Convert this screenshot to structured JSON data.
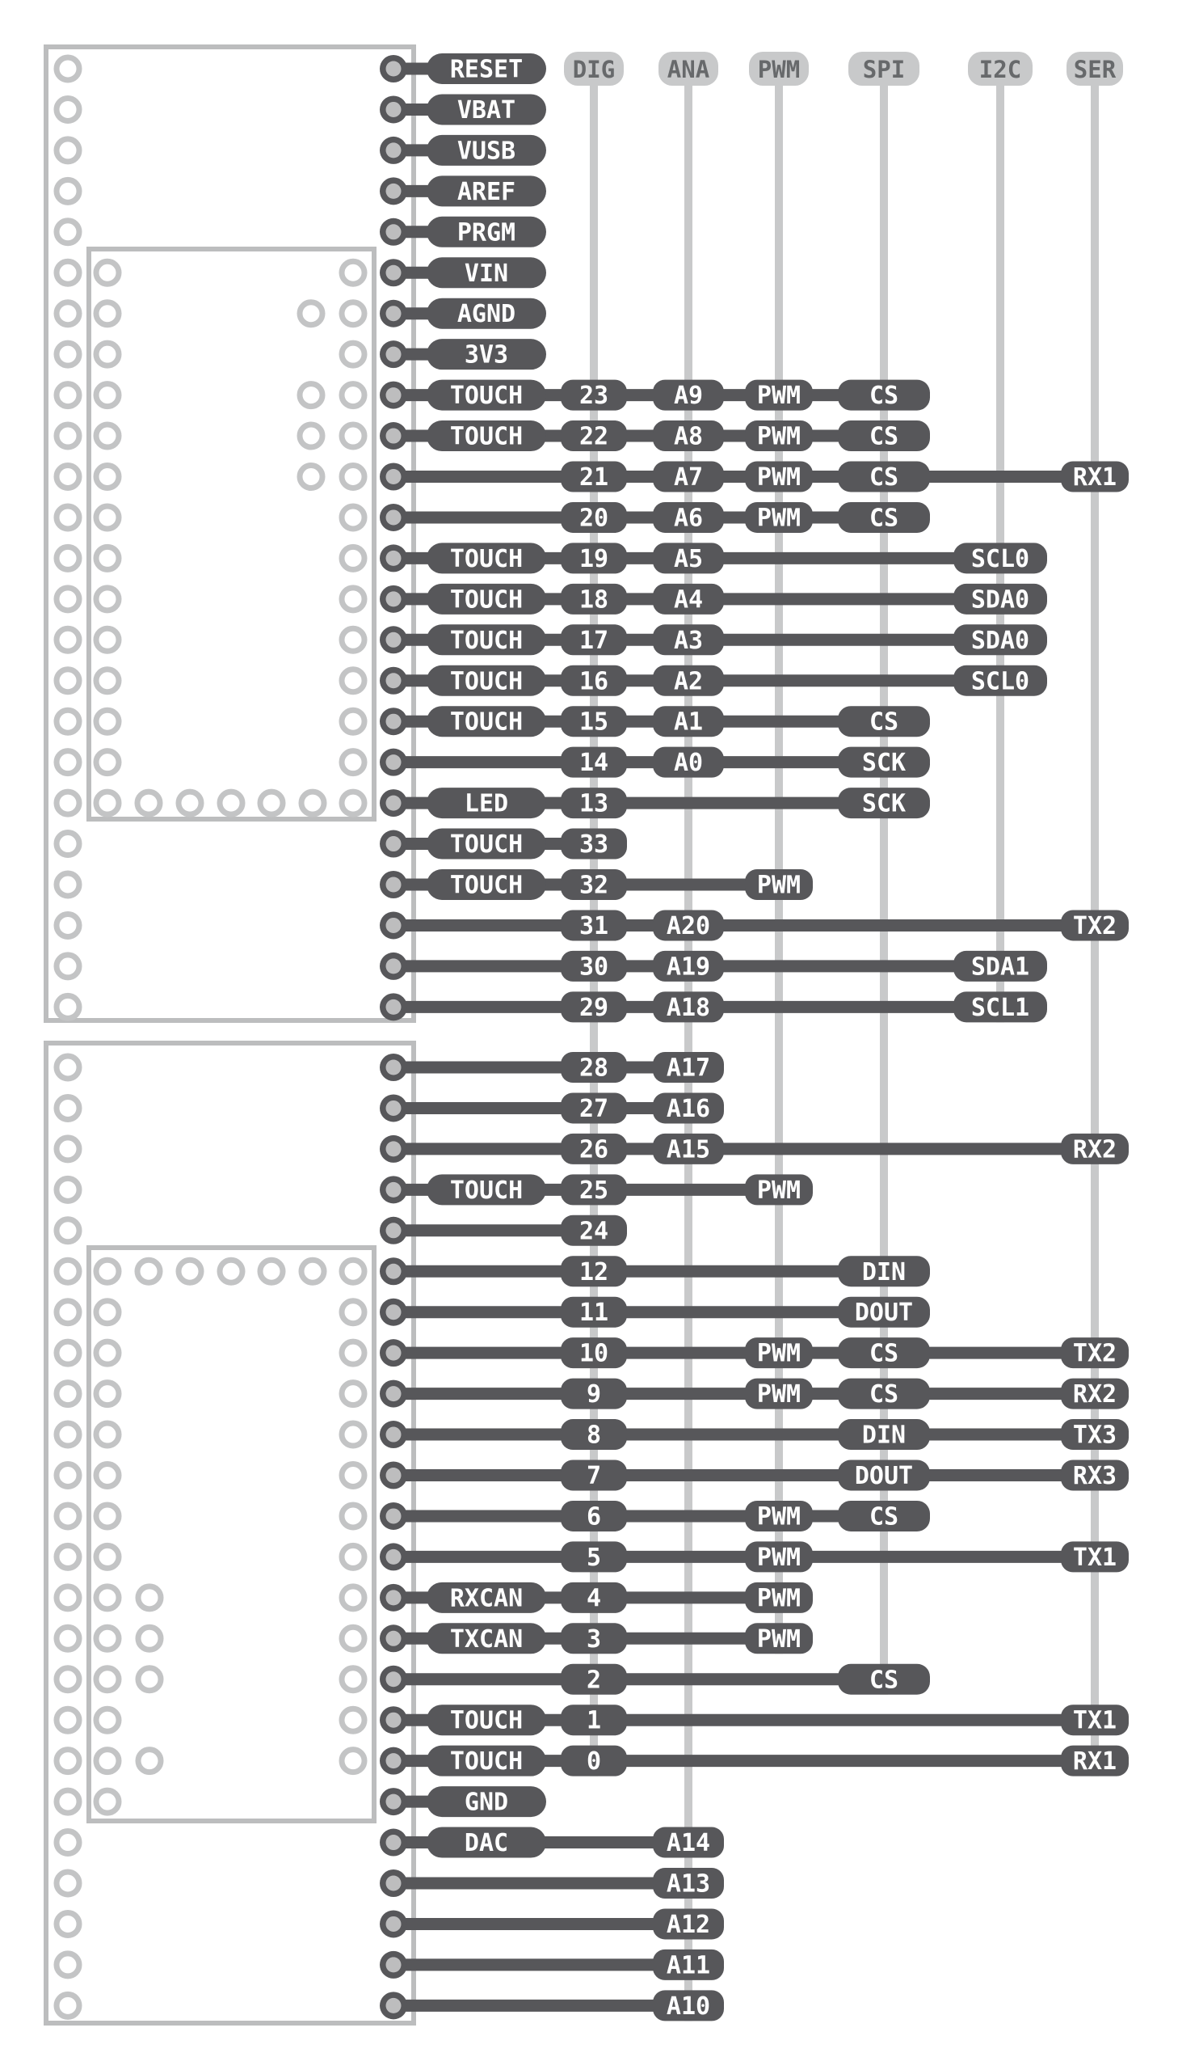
{
  "diagram": {
    "column_headers": [
      {
        "id": "dig",
        "label": "DIG"
      },
      {
        "id": "ana",
        "label": "ANA"
      },
      {
        "id": "pwm",
        "label": "PWM"
      },
      {
        "id": "spi",
        "label": "SPI"
      },
      {
        "id": "i2c",
        "label": "I2C"
      },
      {
        "id": "ser",
        "label": "SER"
      }
    ],
    "boards": [
      {
        "rows": [
          {
            "label": "RESET"
          },
          {
            "label": "VBAT"
          },
          {
            "label": "VUSB"
          },
          {
            "label": "AREF"
          },
          {
            "label": "PRGM"
          },
          {
            "label": "VIN"
          },
          {
            "label": "AGND"
          },
          {
            "label": "3V3"
          },
          {
            "label": "TOUCH",
            "dig": "23",
            "ana": "A9",
            "pwm": "PWM",
            "spi": "CS"
          },
          {
            "label": "TOUCH",
            "dig": "22",
            "ana": "A8",
            "pwm": "PWM",
            "spi": "CS"
          },
          {
            "dig": "21",
            "ana": "A7",
            "pwm": "PWM",
            "spi": "CS",
            "ser": "RX1"
          },
          {
            "dig": "20",
            "ana": "A6",
            "pwm": "PWM",
            "spi": "CS"
          },
          {
            "label": "TOUCH",
            "dig": "19",
            "ana": "A5",
            "i2c": "SCL0"
          },
          {
            "label": "TOUCH",
            "dig": "18",
            "ana": "A4",
            "i2c": "SDA0"
          },
          {
            "label": "TOUCH",
            "dig": "17",
            "ana": "A3",
            "i2c": "SDA0"
          },
          {
            "label": "TOUCH",
            "dig": "16",
            "ana": "A2",
            "i2c": "SCL0"
          },
          {
            "label": "TOUCH",
            "dig": "15",
            "ana": "A1",
            "spi": "CS"
          },
          {
            "dig": "14",
            "ana": "A0",
            "spi": "SCK"
          },
          {
            "label": "LED",
            "dig": "13",
            "spi": "SCK"
          },
          {
            "label": "TOUCH",
            "dig": "33"
          },
          {
            "label": "TOUCH",
            "dig": "32",
            "pwm": "PWM"
          },
          {
            "dig": "31",
            "ana": "A20",
            "ser": "TX2"
          },
          {
            "dig": "30",
            "ana": "A19",
            "i2c": "SDA1"
          },
          {
            "dig": "29",
            "ana": "A18",
            "i2c": "SCL1"
          }
        ]
      },
      {
        "rows": [
          {
            "dig": "28",
            "ana": "A17"
          },
          {
            "dig": "27",
            "ana": "A16"
          },
          {
            "dig": "26",
            "ana": "A15",
            "ser": "RX2"
          },
          {
            "label": "TOUCH",
            "dig": "25",
            "pwm": "PWM"
          },
          {
            "dig": "24"
          },
          {
            "dig": "12",
            "spi": "DIN"
          },
          {
            "dig": "11",
            "spi": "DOUT"
          },
          {
            "dig": "10",
            "pwm": "PWM",
            "spi": "CS",
            "ser": "TX2"
          },
          {
            "dig": "9",
            "pwm": "PWM",
            "spi": "CS",
            "ser": "RX2"
          },
          {
            "dig": "8",
            "spi": "DIN",
            "ser": "TX3"
          },
          {
            "dig": "7",
            "spi": "DOUT",
            "ser": "RX3"
          },
          {
            "dig": "6",
            "pwm": "PWM",
            "spi": "CS"
          },
          {
            "dig": "5",
            "pwm": "PWM",
            "ser": "TX1"
          },
          {
            "label": "RXCAN",
            "dig": "4",
            "pwm": "PWM"
          },
          {
            "label": "TXCAN",
            "dig": "3",
            "pwm": "PWM"
          },
          {
            "dig": "2",
            "spi": "CS"
          },
          {
            "label": "TOUCH",
            "dig": "1",
            "ser": "TX1"
          },
          {
            "label": "TOUCH",
            "dig": "0",
            "ser": "RX1"
          },
          {
            "label": "GND"
          },
          {
            "label": "DAC",
            "ana": "A14"
          },
          {
            "ana": "A13"
          },
          {
            "ana": "A12"
          },
          {
            "ana": "A11"
          },
          {
            "ana": "A10"
          }
        ]
      }
    ],
    "colors": {
      "pill_dark": "#57575a",
      "pill_light": "#c8c9ca",
      "pill_text": "#ffffff",
      "header_text": "#67696b",
      "column_line": "#c8c9ca",
      "connector": "#57575a",
      "board_outline": "#bcbdbe",
      "hole_ring": "#c3c4c5",
      "pin_ring": "#57575a",
      "pin_fill": "#bdbdbe",
      "background": "#ffffff"
    }
  }
}
